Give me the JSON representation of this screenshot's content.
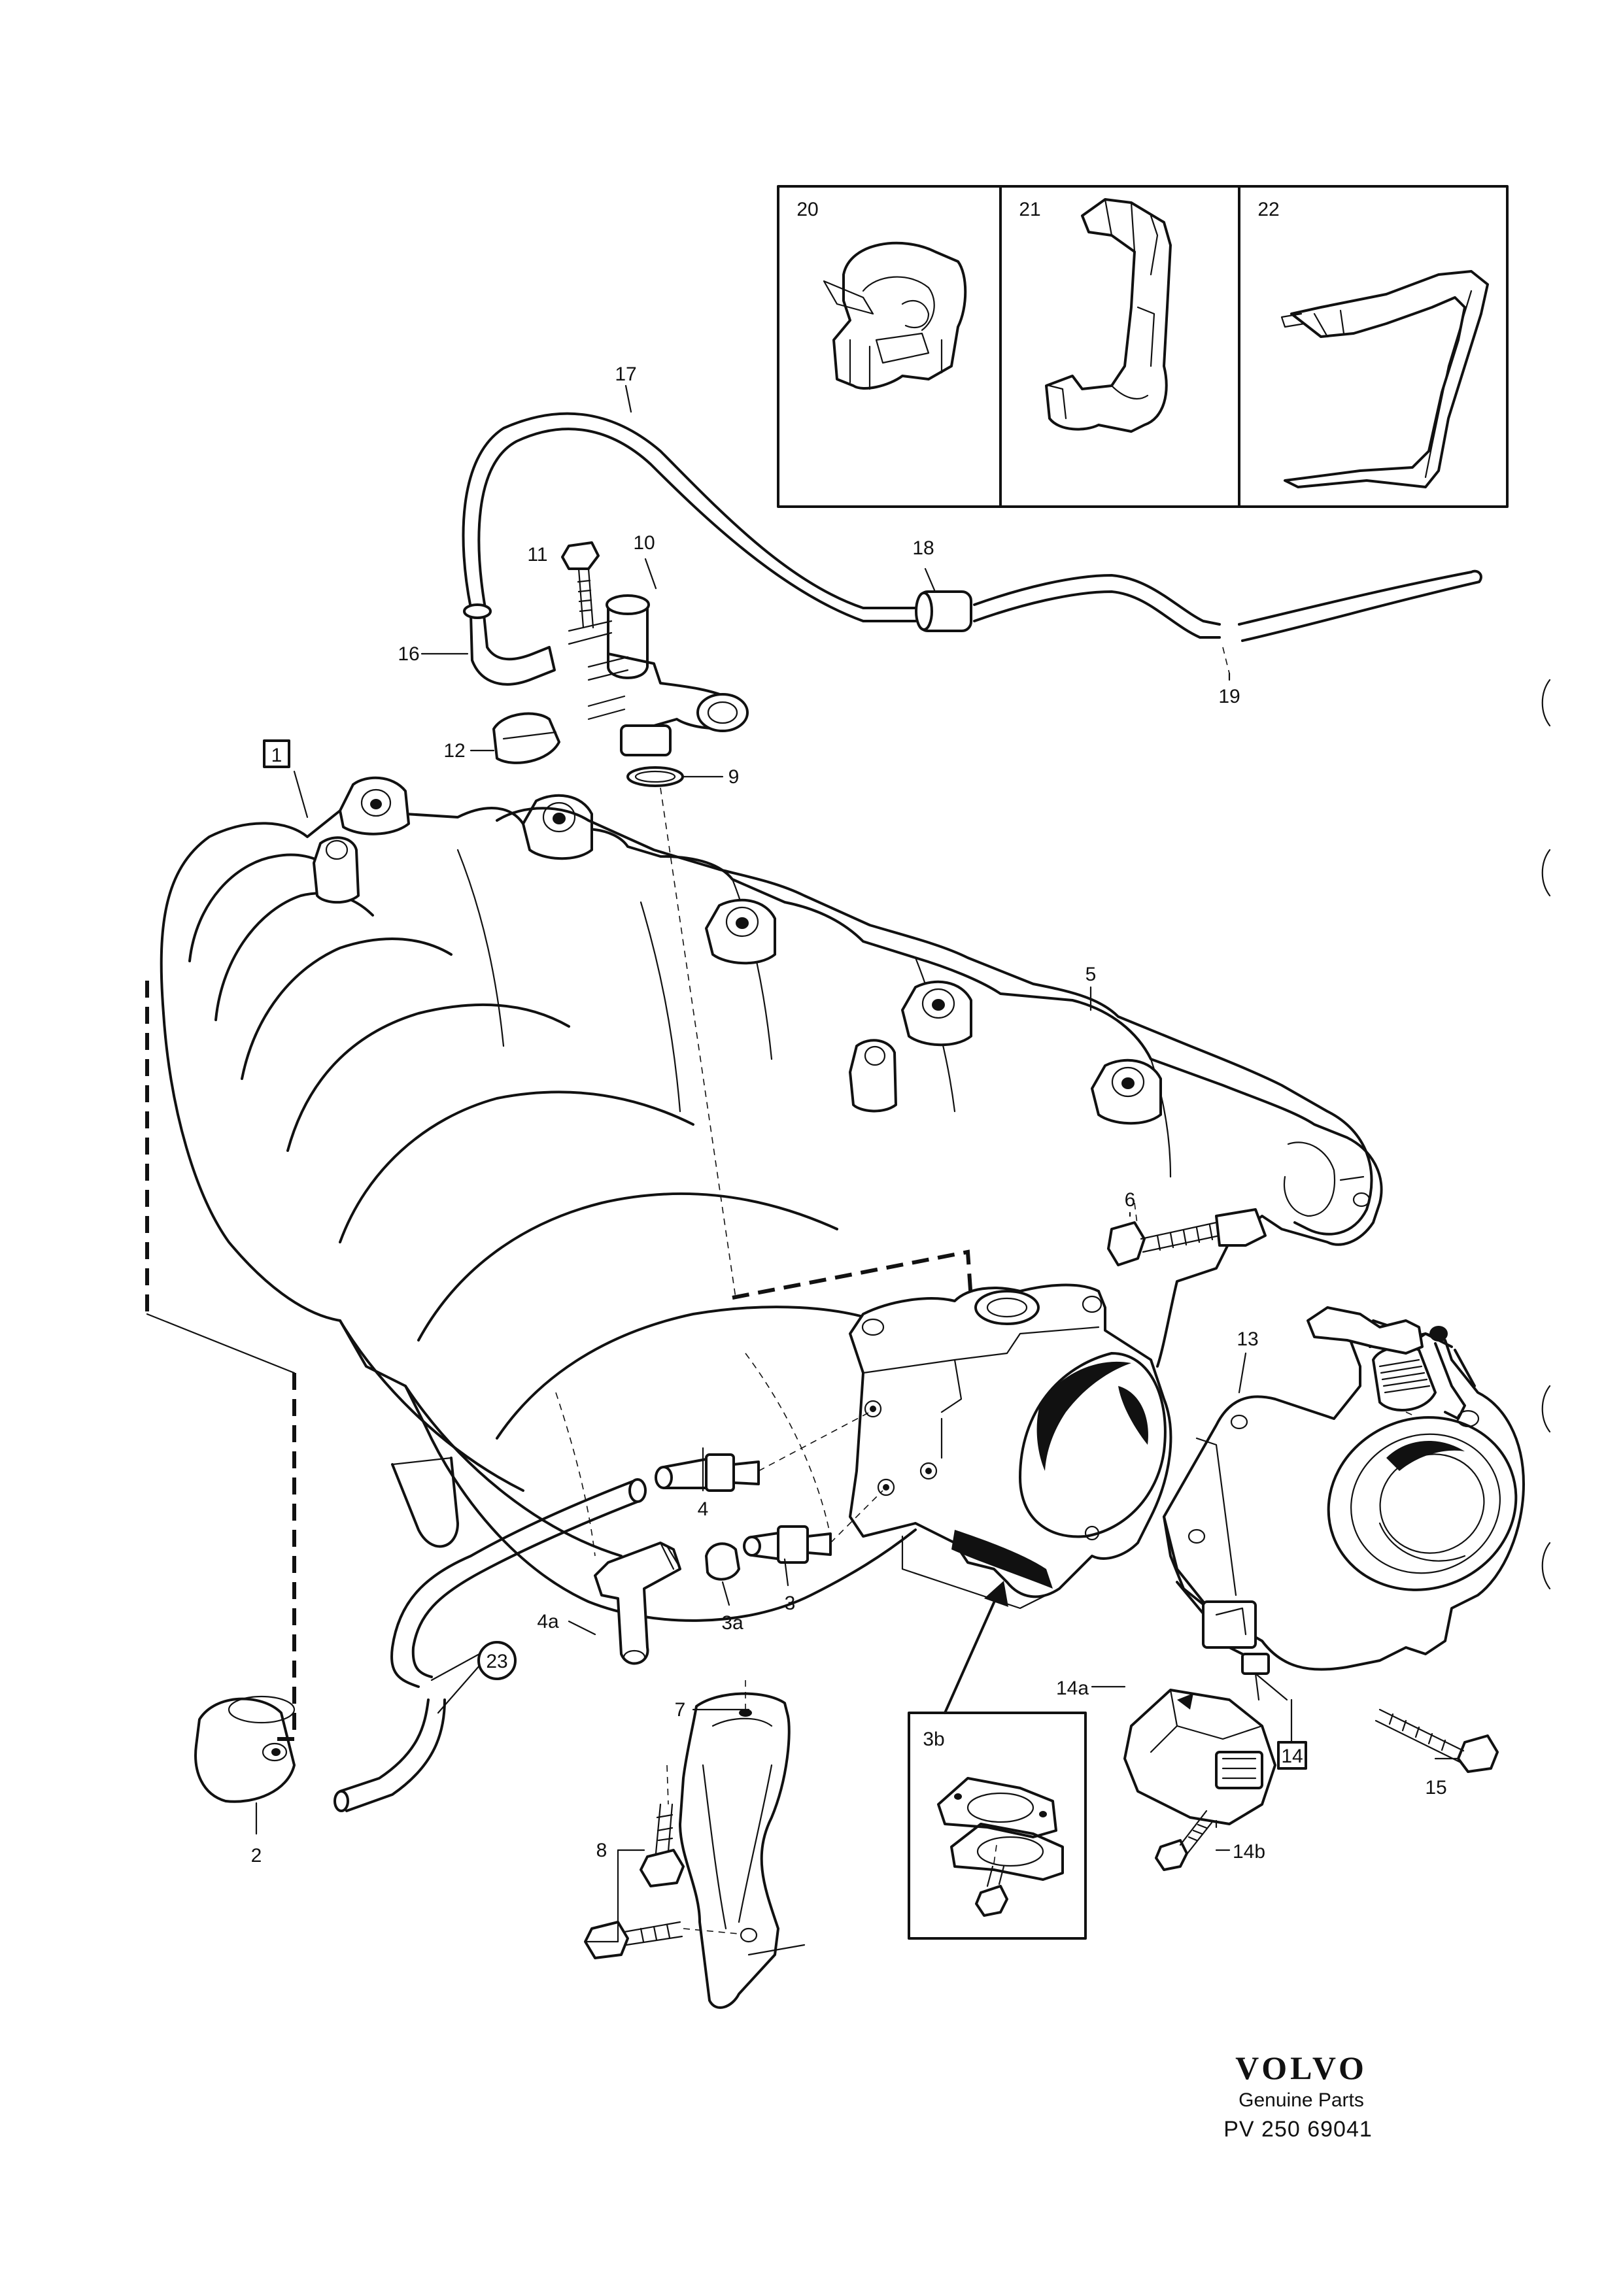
{
  "labels": {
    "l1": "1",
    "l2": "2",
    "l3": "3",
    "l3a": "3a",
    "l3b": "3b",
    "l4": "4",
    "l4a": "4a",
    "l5": "5",
    "l6": "6",
    "l7": "7",
    "l8": "8",
    "l9": "9",
    "l10": "10",
    "l11": "11",
    "l12": "12",
    "l13": "13",
    "l14": "14",
    "l14a": "14a",
    "l14b": "14b",
    "l15": "15",
    "l16": "16",
    "l17": "17",
    "l18": "18",
    "l19": "19",
    "l20": "20",
    "l21": "21",
    "l22": "22",
    "l23": "23"
  },
  "footer": {
    "brand": "VOLVO",
    "subtitle": "Genuine Parts",
    "reference": "PV 250 69041"
  }
}
